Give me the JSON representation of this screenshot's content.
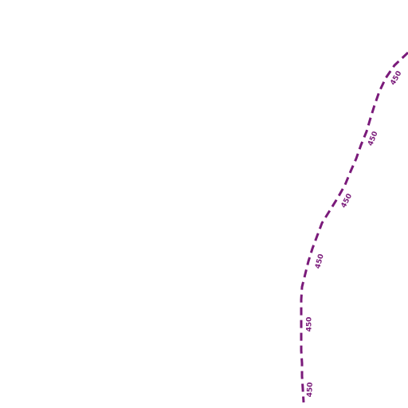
{
  "map": {
    "route": {
      "color": "#7a1a7a",
      "style": "dashed",
      "labels": [
        "450",
        "450",
        "450",
        "450",
        "450",
        "450"
      ]
    }
  }
}
